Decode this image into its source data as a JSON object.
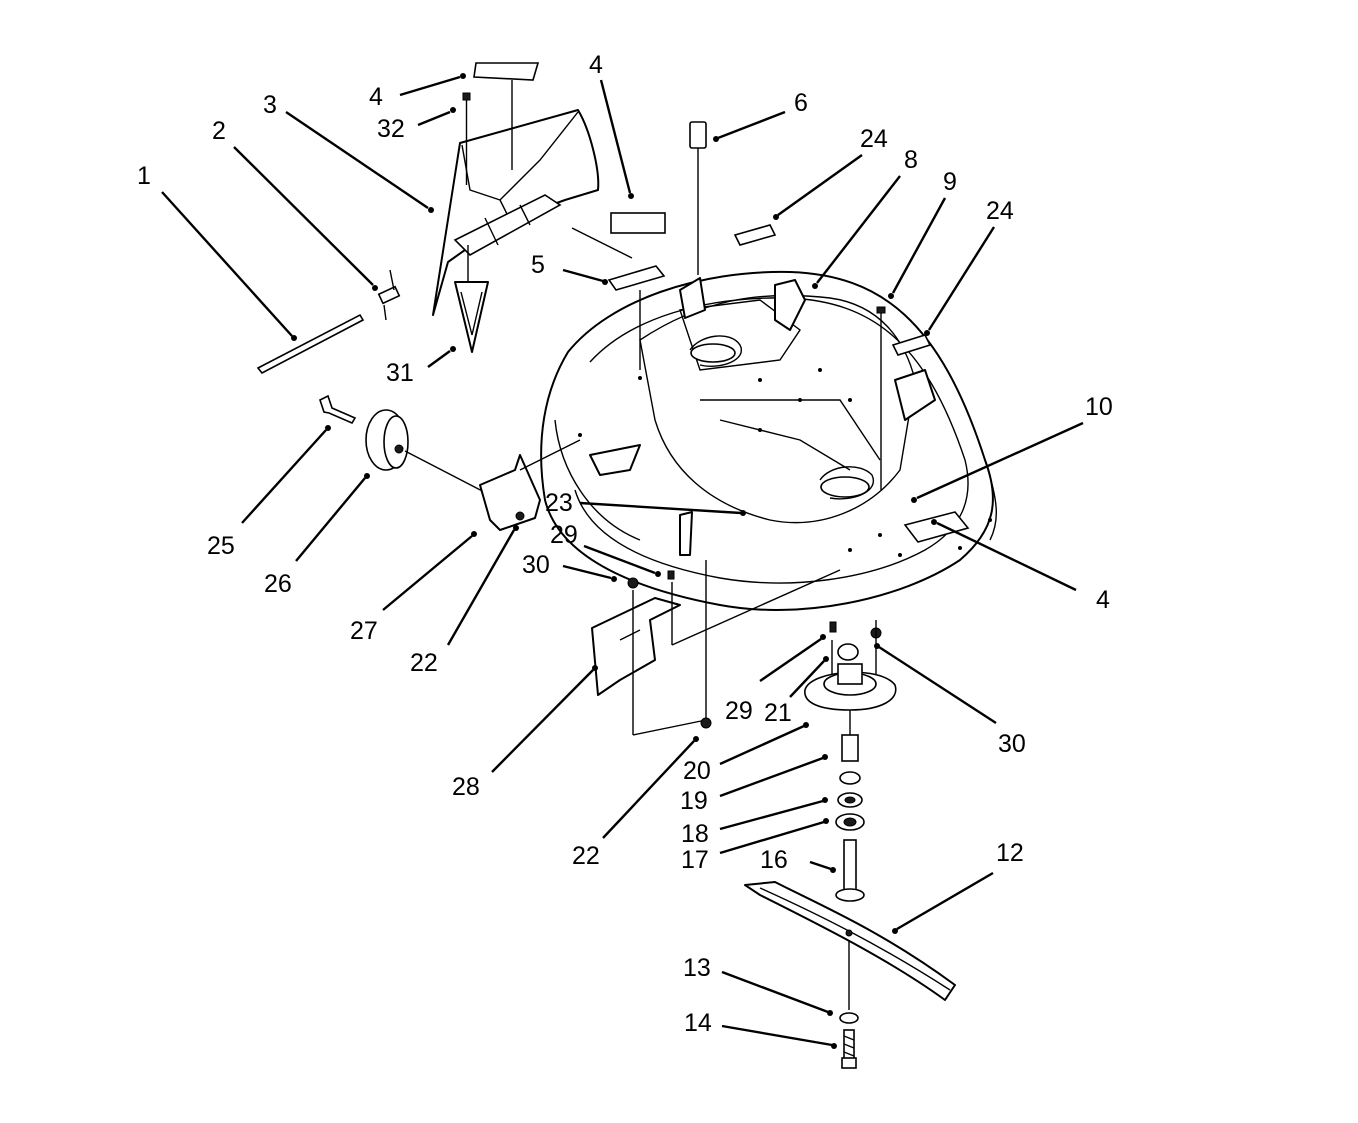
{
  "callouts": [
    {
      "id": "c1",
      "text": "1"
    },
    {
      "id": "c2",
      "text": "2"
    },
    {
      "id": "c3",
      "text": "3"
    },
    {
      "id": "c4a",
      "text": "4"
    },
    {
      "id": "c32",
      "text": "32"
    },
    {
      "id": "c4b",
      "text": "4"
    },
    {
      "id": "c6",
      "text": "6"
    },
    {
      "id": "c24a",
      "text": "24"
    },
    {
      "id": "c8",
      "text": "8"
    },
    {
      "id": "c9",
      "text": "9"
    },
    {
      "id": "c24b",
      "text": "24"
    },
    {
      "id": "c5",
      "text": "5"
    },
    {
      "id": "c31",
      "text": "31"
    },
    {
      "id": "c10",
      "text": "10"
    },
    {
      "id": "c25",
      "text": "25"
    },
    {
      "id": "c26",
      "text": "26"
    },
    {
      "id": "c23",
      "text": "23"
    },
    {
      "id": "c29a",
      "text": "29"
    },
    {
      "id": "c30a",
      "text": "30"
    },
    {
      "id": "c4c",
      "text": "4"
    },
    {
      "id": "c27",
      "text": "27"
    },
    {
      "id": "c22a",
      "text": "22"
    },
    {
      "id": "c28",
      "text": "28"
    },
    {
      "id": "c29b",
      "text": "29"
    },
    {
      "id": "c21",
      "text": "21"
    },
    {
      "id": "c30b",
      "text": "30"
    },
    {
      "id": "c20",
      "text": "20"
    },
    {
      "id": "c19",
      "text": "19"
    },
    {
      "id": "c18",
      "text": "18"
    },
    {
      "id": "c17",
      "text": "17"
    },
    {
      "id": "c16",
      "text": "16"
    },
    {
      "id": "c22b",
      "text": "22"
    },
    {
      "id": "c12",
      "text": "12"
    },
    {
      "id": "c13",
      "text": "13"
    },
    {
      "id": "c14",
      "text": "14"
    }
  ]
}
